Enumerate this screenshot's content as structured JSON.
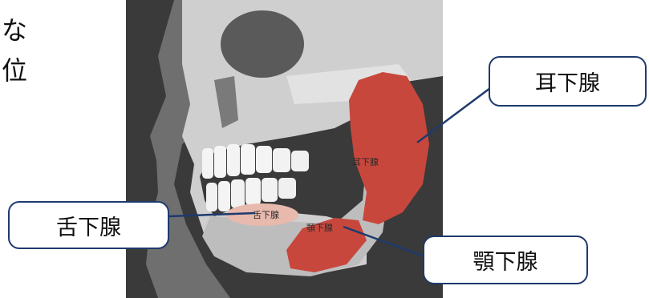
{
  "side_text": {
    "line1": "な",
    "line2": "位"
  },
  "figure": {
    "labels": {
      "parotid_inline": "耳下腺",
      "sublingual_inline": "舌下腺",
      "submandibular_inline": "顎下腺"
    }
  },
  "callouts": {
    "parotid": "耳下腺",
    "sublingual": "舌下腺",
    "submandibular": "顎下腺"
  },
  "colors": {
    "gland": "#c8473c",
    "gland_light": "#e8b9ad",
    "callout_border": "#1e3a6e",
    "background": "#3a3a3a"
  }
}
